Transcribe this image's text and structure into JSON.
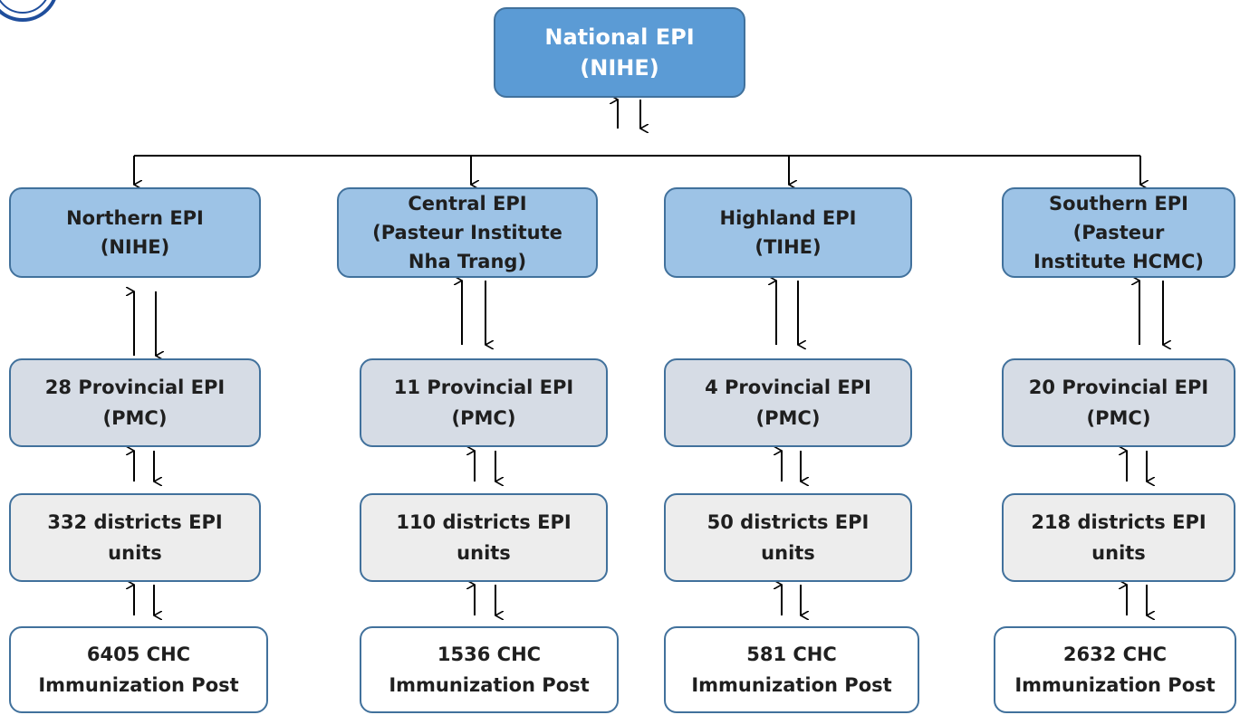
{
  "national": {
    "lines": [
      "National EPI",
      "(NIHE)"
    ],
    "color": "#5b9bd5"
  },
  "regions": [
    {
      "regional": [
        "Northern EPI",
        "(NIHE)"
      ],
      "provincial": [
        "28 Provincial EPI",
        "(PMC)"
      ],
      "district": [
        "332 districts EPI",
        "units"
      ],
      "chc": [
        "6405 CHC",
        "Immunization Post"
      ]
    },
    {
      "regional": [
        "Central EPI",
        "(Pasteur Institute",
        "Nha Trang)"
      ],
      "provincial": [
        "11 Provincial EPI",
        "(PMC)"
      ],
      "district": [
        "110 districts EPI",
        "units"
      ],
      "chc": [
        "1536 CHC",
        "Immunization Post"
      ]
    },
    {
      "regional": [
        "Highland EPI",
        "(TIHE)"
      ],
      "provincial": [
        "4 Provincial EPI",
        "(PMC)"
      ],
      "district": [
        "50 districts EPI",
        "units"
      ],
      "chc": [
        "581 CHC",
        "Immunization Post"
      ]
    },
    {
      "regional": [
        "Southern EPI",
        "(Pasteur",
        "Institute HCMC)"
      ],
      "provincial": [
        "20 Provincial EPI",
        "(PMC)"
      ],
      "district": [
        "218 districts EPI",
        "units"
      ],
      "chc": [
        "2632 CHC",
        "Immunization Post"
      ]
    }
  ],
  "colors": {
    "national_fill": "#5b9bd5",
    "regional_fill": "#9dc3e6",
    "provincial_fill": "#d6dce5",
    "district_fill": "#ededed",
    "chc_fill": "#ffffff",
    "border": "#41719c",
    "connector": "#000000"
  },
  "icons": [
    "logo-icon",
    "up-arrow-icon",
    "down-arrow-icon"
  ]
}
